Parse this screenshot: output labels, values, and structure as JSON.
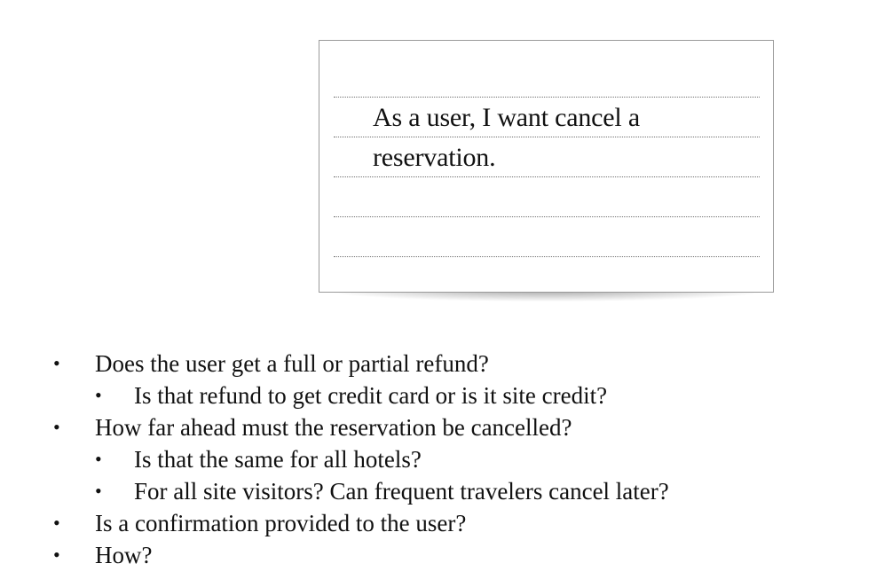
{
  "story_card": {
    "text": "As a user, I want cancel a reservation."
  },
  "bullet_glyph": "•",
  "questions": [
    {
      "level": 1,
      "text": "Does the user get a full or partial refund?"
    },
    {
      "level": 2,
      "text": "Is that refund to get credit card or is it site credit?"
    },
    {
      "level": 1,
      "text": "How far ahead must the reservation be cancelled?"
    },
    {
      "level": 2,
      "text": "Is that the same for all hotels?"
    },
    {
      "level": 2,
      "text": "For all site visitors?  Can frequent travelers cancel later?"
    },
    {
      "level": 1,
      "text": "Is a confirmation provided to the user?"
    },
    {
      "level": 1,
      "text": "How?"
    }
  ]
}
